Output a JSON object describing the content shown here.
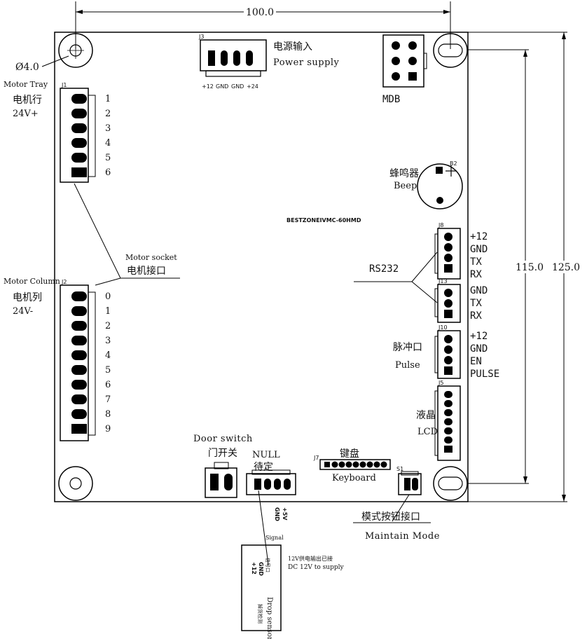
{
  "dimensions": {
    "width": "100.0",
    "inner_height": "115.0",
    "outer_height": "125.0",
    "hole": "Ø4.0"
  },
  "board_name": "BESTZONEIVMC-60HMD",
  "power": {
    "ref": "J3",
    "label_cn": "电源输入",
    "label_en": "Power supply",
    "pins": [
      "+12",
      "GND",
      "GND",
      "+24"
    ]
  },
  "mdb": {
    "label": "MDB"
  },
  "motor_tray": {
    "ref": "J1",
    "label_en": "Motor Tray",
    "label_cn": "电机行",
    "voltage": "24V+",
    "pins": [
      "1",
      "2",
      "3",
      "4",
      "5",
      "6"
    ]
  },
  "motor_column": {
    "ref": "J2",
    "label_en": "Motor Column",
    "label_cn": "电机列",
    "voltage": "24V-",
    "pins": [
      "0",
      "1",
      "2",
      "3",
      "4",
      "5",
      "6",
      "7",
      "8",
      "9"
    ]
  },
  "motor_socket": {
    "label_en": "Motor socket",
    "label_cn": "电机接口"
  },
  "beep": {
    "ref": "B2",
    "label_cn": "蜂鸣器",
    "label_en": "Beep"
  },
  "rs232": {
    "label": "RS232",
    "j8": {
      "ref": "J8",
      "pins": [
        "+12",
        "GND",
        "TX",
        "RX"
      ]
    },
    "j13": {
      "ref": "J13",
      "pins": [
        "GND",
        "TX",
        "RX"
      ]
    }
  },
  "pulse": {
    "ref": "J10",
    "label_cn": "脉冲口",
    "label_en": "Pulse",
    "pins": [
      "+12",
      "GND",
      "EN",
      "PULSE"
    ]
  },
  "lcd": {
    "ref": "J5",
    "label_cn": "液晶",
    "label_en": "LCD"
  },
  "keyboard": {
    "ref": "J7",
    "label_cn": "键盘",
    "label_en": "Keyboard"
  },
  "maintain": {
    "ref": "S1",
    "label_cn": "模式按钮接口",
    "label_en": "Maintain Mode"
  },
  "door": {
    "label_en": "Door switch",
    "label_cn": "门开关"
  },
  "null_conn": {
    "label_en": "NULL",
    "label_cn": "待定",
    "pins": [
      "GND",
      "+5V"
    ]
  },
  "drop_sensor": {
    "signal": "Signal",
    "pin_12": "+12",
    "pin_gnd": "GND",
    "pin_sig": "信号口",
    "note_cn": "12V供电输出已接",
    "note_en": "DC 12V to supply",
    "label_cn": "掉货检测",
    "label_en": "Drop sensor"
  }
}
